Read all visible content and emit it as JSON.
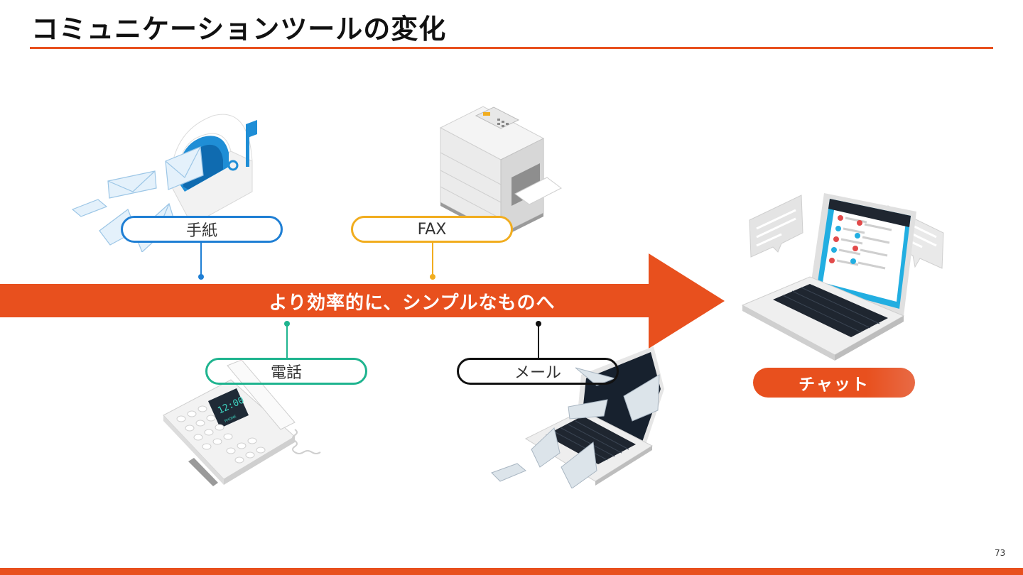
{
  "title": "コミュニケーションツールの変化",
  "arrow_text": "より効率的に、シンプルなものへ",
  "tools": {
    "letter": "手紙",
    "fax": "FAX",
    "phone": "電話",
    "mail": "メール",
    "chat": "チャット"
  },
  "phone_screen": {
    "time": "12:00",
    "sub": "PHONE"
  },
  "page_number": "73",
  "colors": {
    "accent": "#e8501e",
    "letter": "#1f7fd4",
    "fax": "#f1ad1f",
    "phone": "#1fb48f",
    "mail": "#111111"
  }
}
